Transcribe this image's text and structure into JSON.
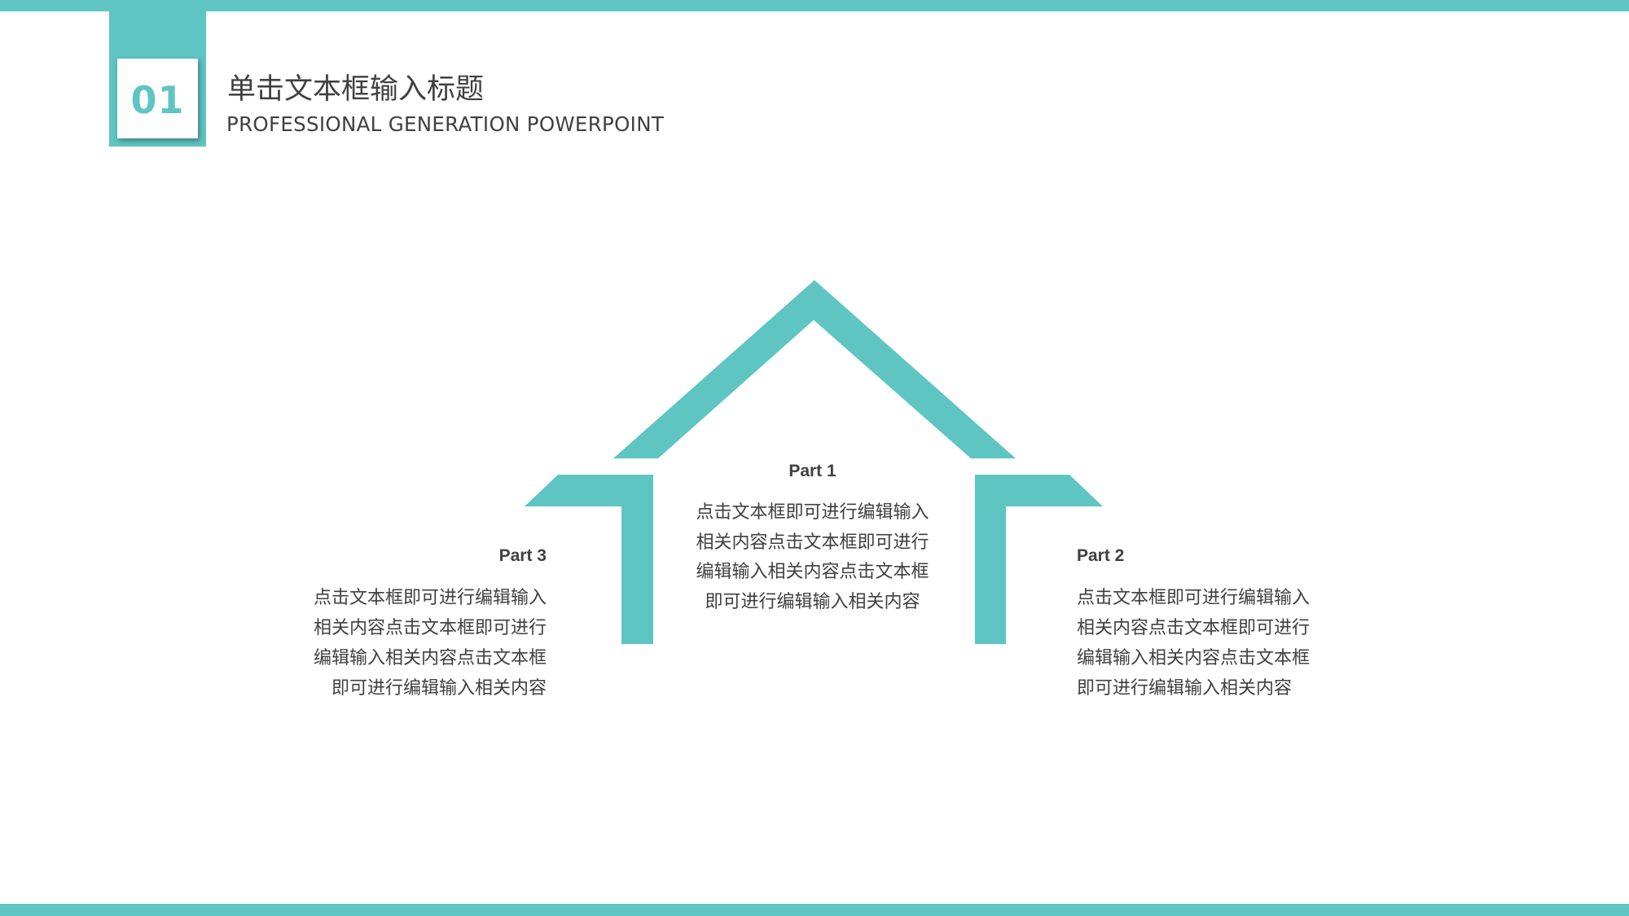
{
  "header": {
    "number": "01",
    "title": "单击文本框输入标题",
    "subtitle": "PROFESSIONAL GENERATION POWERPOINT"
  },
  "colors": {
    "accent": "#5ec5c2",
    "text": "#404040",
    "background": "#ffffff"
  },
  "diagram": {
    "shape": "house-outline-icon",
    "parts": [
      {
        "title": "Part 1",
        "body": "点击文本框即可进行编辑输入相关内容点击文本框即可进行编辑输入相关内容点击文本框即可进行编辑输入相关内容",
        "align": "center"
      },
      {
        "title": "Part 2",
        "body": "点击文本框即可进行编辑输入相关内容点击文本框即可进行编辑输入相关内容点击文本框即可进行编辑输入相关内容",
        "align": "left"
      },
      {
        "title": "Part 3",
        "body": "点击文本框即可进行编辑输入相关内容点击文本框即可进行编辑输入相关内容点击文本框即可进行编辑输入相关内容",
        "align": "right"
      }
    ]
  }
}
